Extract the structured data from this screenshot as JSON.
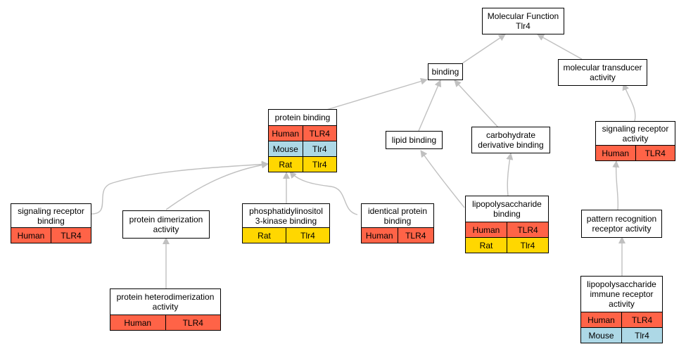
{
  "colors": {
    "human": "#FF6347",
    "mouse": "#ADD8E6",
    "rat": "#FFD700",
    "edge": "#C0C0C0"
  },
  "nodes": {
    "molecular_function": {
      "lines": [
        "Molecular Function",
        "Tlr4"
      ]
    },
    "binding": {
      "lines": [
        "binding"
      ]
    },
    "molecular_transducer": {
      "lines": [
        "molecular transducer",
        "activity"
      ]
    },
    "protein_binding": {
      "lines": [
        "protein binding"
      ],
      "rows": [
        {
          "species": "Human",
          "gene": "TLR4"
        },
        {
          "species": "Mouse",
          "gene": "Tlr4"
        },
        {
          "species": "Rat",
          "gene": "Tlr4"
        }
      ]
    },
    "lipid_binding": {
      "lines": [
        "lipid binding"
      ]
    },
    "carbohydrate_binding": {
      "lines": [
        "carbohydrate",
        "derivative binding"
      ]
    },
    "signaling_receptor_activity": {
      "lines": [
        "signaling receptor",
        "activity"
      ],
      "rows": [
        {
          "species": "Human",
          "gene": "TLR4"
        }
      ]
    },
    "signaling_receptor_binding": {
      "lines": [
        "signaling receptor",
        "binding"
      ],
      "rows": [
        {
          "species": "Human",
          "gene": "TLR4"
        }
      ]
    },
    "protein_dimerization": {
      "lines": [
        "protein dimerization",
        "activity"
      ]
    },
    "pi3k_binding": {
      "lines": [
        "phosphatidylinositol",
        "3-kinase binding"
      ],
      "rows": [
        {
          "species": "Rat",
          "gene": "Tlr4"
        }
      ]
    },
    "identical_protein_binding": {
      "lines": [
        "identical protein",
        "binding"
      ],
      "rows": [
        {
          "species": "Human",
          "gene": "TLR4"
        }
      ]
    },
    "lps_binding": {
      "lines": [
        "lipopolysaccharide",
        "binding"
      ],
      "rows": [
        {
          "species": "Human",
          "gene": "TLR4"
        },
        {
          "species": "Rat",
          "gene": "Tlr4"
        }
      ]
    },
    "pattern_recognition": {
      "lines": [
        "pattern recognition",
        "receptor activity"
      ]
    },
    "protein_heterodimerization": {
      "lines": [
        "protein heterodimerization",
        "activity"
      ],
      "rows": [
        {
          "species": "Human",
          "gene": "TLR4"
        }
      ]
    },
    "lps_immune_receptor": {
      "lines": [
        "lipopolysaccharide",
        "immune receptor",
        "activity"
      ],
      "rows": [
        {
          "species": "Human",
          "gene": "TLR4"
        },
        {
          "species": "Mouse",
          "gene": "Tlr4"
        }
      ]
    }
  }
}
